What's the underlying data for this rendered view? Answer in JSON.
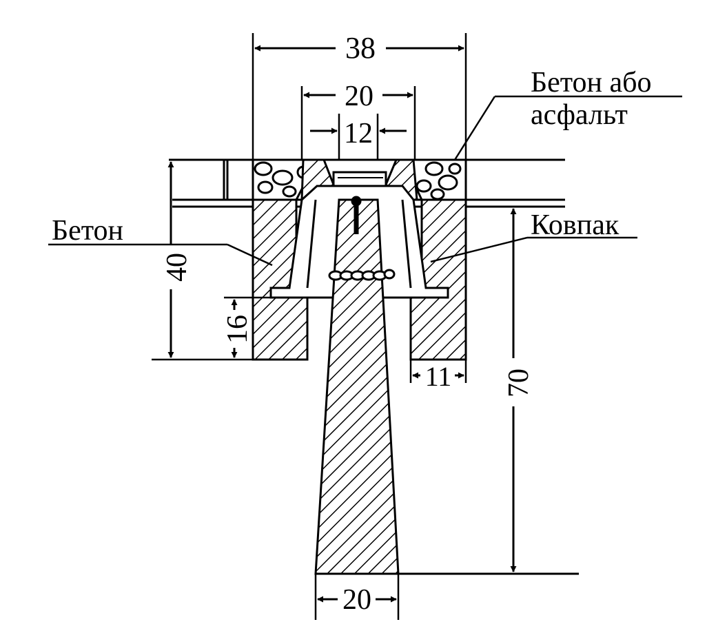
{
  "labels": {
    "beton_abo_line1": "Бетон або",
    "beton_abo_line2": "асфальт",
    "beton": "Бетон",
    "kovpak": "Ковпак"
  },
  "dimensions": {
    "top_width": "38",
    "cap_top_width": "20",
    "post_top_width": "12",
    "block_height": "40",
    "cap_flange_height": "16",
    "block_wall_width": "11",
    "post_depth": "70",
    "post_bottom_width": "20"
  },
  "colors": {
    "ink": "#000000",
    "paper": "#ffffff"
  }
}
